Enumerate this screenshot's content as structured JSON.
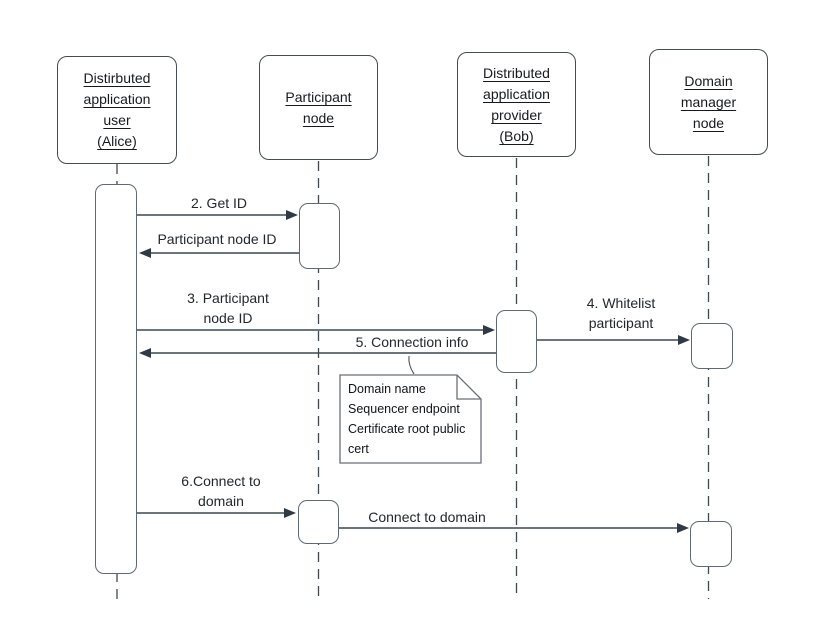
{
  "diagram": {
    "type": "sequence",
    "parties": [
      {
        "name": "distributed-application-user",
        "label": "Distirbuted\napplication\nuser\n(Alice)"
      },
      {
        "name": "participant-node",
        "label": "Participant\nnode"
      },
      {
        "name": "distributed-application-provider",
        "label": "Distributed\napplication\nprovider\n(Bob)"
      },
      {
        "name": "domain-manager-node",
        "label": "Domain\nmanager\nnode"
      }
    ],
    "messages": [
      {
        "name": "get-id",
        "label": "2. Get ID"
      },
      {
        "name": "participant-node-id-return",
        "label": "Participant node ID"
      },
      {
        "name": "participant-node-id",
        "label": "3. Participant\nnode ID"
      },
      {
        "name": "whitelist-participant",
        "label": "4. Whitelist\nparticipant"
      },
      {
        "name": "connection-info",
        "label": "5. Connection info"
      },
      {
        "name": "connect-to-domain",
        "label": "6.Connect to\ndomain"
      },
      {
        "name": "connect-to-domain-forward",
        "label": "Connect to domain"
      }
    ],
    "note": {
      "text": "Domain name\nSequencer endpoint\nCertificate root public\ncert"
    },
    "colors": {
      "background": "#ffffff",
      "arrow_line": "#3c4650",
      "arrowhead": "#2f3a45",
      "actor_border": "#464c52",
      "activation_border": "#5f6973",
      "note_border": "#6a7178",
      "text": "#17191d"
    }
  }
}
